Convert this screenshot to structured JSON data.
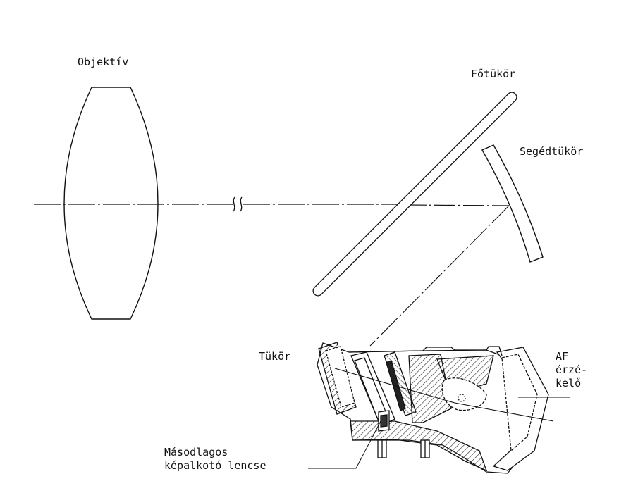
{
  "labels": {
    "objective": "Objektív",
    "main_mirror": "Főtükör",
    "sub_mirror": "Segédtükör",
    "mirror": "Tükör",
    "af_sensor_line1": "AF",
    "af_sensor_line2": "érzé-",
    "af_sensor_line3": "kelő",
    "secondary_lens_line1": "Másodlagos",
    "secondary_lens_line2": "képalkotó lencse"
  },
  "colors": {
    "ink": "#111111",
    "background": "#ffffff"
  }
}
